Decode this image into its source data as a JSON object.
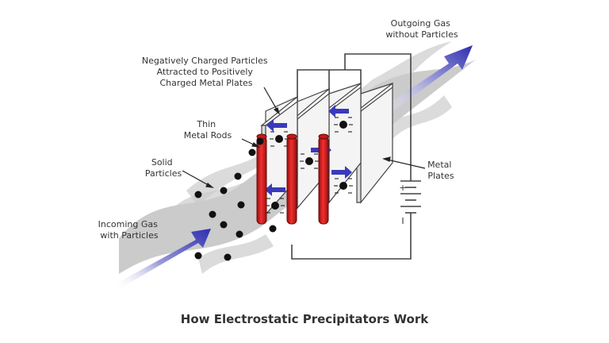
{
  "labels": {
    "outgoing_1": "Outgoing Gas",
    "outgoing_2": "without Particles",
    "negative_1": "Negatively Charged Particles",
    "negative_2": "Attracted to Positively",
    "negative_3": "Charged Metal Plates",
    "rods_1": "Thin",
    "rods_2": "Metal Rods",
    "solid_1": "Solid",
    "solid_2": "Particles",
    "incoming_1": "Incoming Gas",
    "incoming_2": "with Particles",
    "plates_1": "Metal",
    "plates_2": "Plates",
    "plus": "+",
    "minus": "I"
  },
  "caption": "How Electrostatic Precipitators Work",
  "colors": {
    "gas_band": "#c8c8c8",
    "flow_arrow": "#3a3ab8",
    "rod": "#e02020",
    "plate": "#ffffff",
    "particle": "#111111",
    "wire": "#444444"
  }
}
